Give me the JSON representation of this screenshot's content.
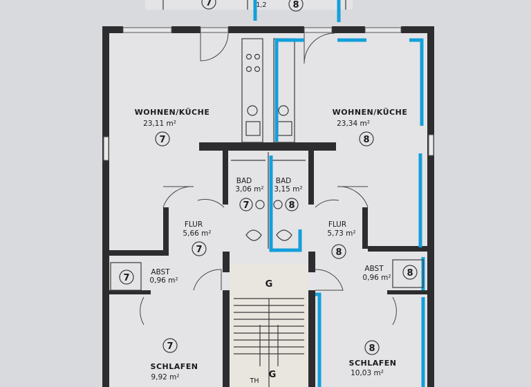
{
  "rooms": {
    "wk7": {
      "name": "WOHNEN/KÜCHE",
      "area": "23,11 m²",
      "unit": "7"
    },
    "wk8": {
      "name": "WOHNEN/KÜCHE",
      "area": "23,34 m²",
      "unit": "8"
    },
    "bad7": {
      "name": "BAD",
      "area": "3,06 m²",
      "unit": "7"
    },
    "bad8": {
      "name": "BAD",
      "area": "3,15 m²",
      "unit": "8"
    },
    "flur7": {
      "name": "FLUR",
      "area": "5,66 m²",
      "unit": "7"
    },
    "flur8": {
      "name": "FLUR",
      "area": "5,73 m²",
      "unit": "8"
    },
    "abst7": {
      "name": "ABST",
      "area": "0,96 m²",
      "unit": "7"
    },
    "abst8": {
      "name": "ABST",
      "area": "0,96 m²",
      "unit": "8"
    },
    "schlafen7": {
      "name": "SCHLAFEN",
      "area": "9,92 m²",
      "unit": "7"
    },
    "schlafen8": {
      "name": "SCHLAFEN",
      "area": "10,03 m²",
      "unit": "8"
    }
  },
  "stair": {
    "landing": "G",
    "landing2": "G",
    "th": "TH"
  },
  "top": {
    "unit_left": "7",
    "unit_right": "8",
    "dim": "1,2"
  },
  "colors": {
    "wall": "#2d2d2f",
    "highlight": "#139fdb",
    "background": "#d9dadd"
  }
}
